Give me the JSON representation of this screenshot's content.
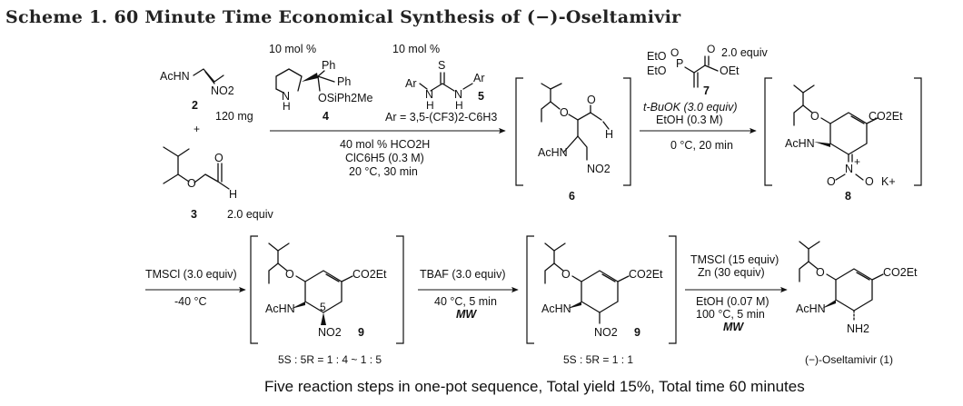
{
  "scheme": {
    "title": "Scheme 1. 60 Minute Time Economical Synthesis of (−)-Oseltamivir",
    "caption": "Five reaction steps in one-pot sequence, Total yield  15%, Total time 60 minutes"
  },
  "compounds": {
    "c2": {
      "number": "2",
      "group": "AcHN",
      "nitro": "NO2",
      "amount": "120 mg"
    },
    "plus": "+",
    "c3": {
      "number": "3",
      "equiv": "2.0 equiv",
      "aldehyde_h": "H"
    },
    "c4": {
      "number": "4",
      "loading": "10 mol %",
      "ph1": "Ph",
      "ph2": "Ph",
      "osi": "OSiPh2Me",
      "nh": "N",
      "h": "H"
    },
    "c5": {
      "number": "5",
      "loading": "10 mol %",
      "s": "S",
      "ar_left": "Ar",
      "ar_right": "Ar",
      "n1": "N",
      "n2": "N",
      "h1": "H",
      "h2": "H",
      "ar_def": "Ar = 3,5-(CF3)2-C6H3"
    },
    "c6": {
      "number": "6",
      "o": "O",
      "o2": "O",
      "h": "H",
      "group": "AcHN",
      "nitro": "NO2"
    },
    "c7": {
      "number": "7",
      "equiv": "2.0 equiv",
      "eto1": "EtO",
      "eto2": "EtO",
      "p": "P",
      "o1": "O",
      "o2": "O",
      "oet": "OEt"
    },
    "c8": {
      "number": "8",
      "o": "O",
      "ester": "CO2Et",
      "group": "AcHN",
      "n": "N",
      "plus": "+",
      "o_minus_1": "O",
      "o_minus_2": "O",
      "k": "K+"
    },
    "c9a": {
      "number": "9",
      "o": "O",
      "ester": "CO2Et",
      "group": "AcHN",
      "nitro": "NO2",
      "c5": "5",
      "ratio": "5S : 5R = 1 : 4 ~ 1 : 5"
    },
    "c9b": {
      "number": "9",
      "o": "O",
      "ester": "CO2Et",
      "group": "AcHN",
      "nitro": "NO2",
      "ratio": "5S : 5R  = 1 : 1"
    },
    "c1": {
      "name": "(−)-Oseltamivir (1)",
      "o": "O",
      "ester": "CO2Et",
      "group": "AcHN",
      "amine": "NH2"
    }
  },
  "arrows": {
    "a1": {
      "lines": [
        "40 mol % HCO2H",
        "ClC6H5 (0.3 M)",
        "20 °C, 30 min"
      ]
    },
    "a2": {
      "above": [
        "t-BuOK (3.0 equiv)",
        "EtOH (0.3 M)"
      ],
      "below": [
        "0 °C, 20 min"
      ]
    },
    "a3": {
      "above": [
        "TMSCl (3.0 equiv)"
      ],
      "below": [
        "-40 °C"
      ]
    },
    "a4": {
      "above": [
        "TBAF (3.0 equiv)"
      ],
      "below": [
        "40 °C, 5 min",
        "MW"
      ]
    },
    "a5": {
      "above": [
        "TMSCl (15 equiv)",
        "Zn (30 equiv)"
      ],
      "below": [
        "EtOH (0.07 M)",
        "100 °C, 5 min",
        "MW"
      ]
    }
  }
}
